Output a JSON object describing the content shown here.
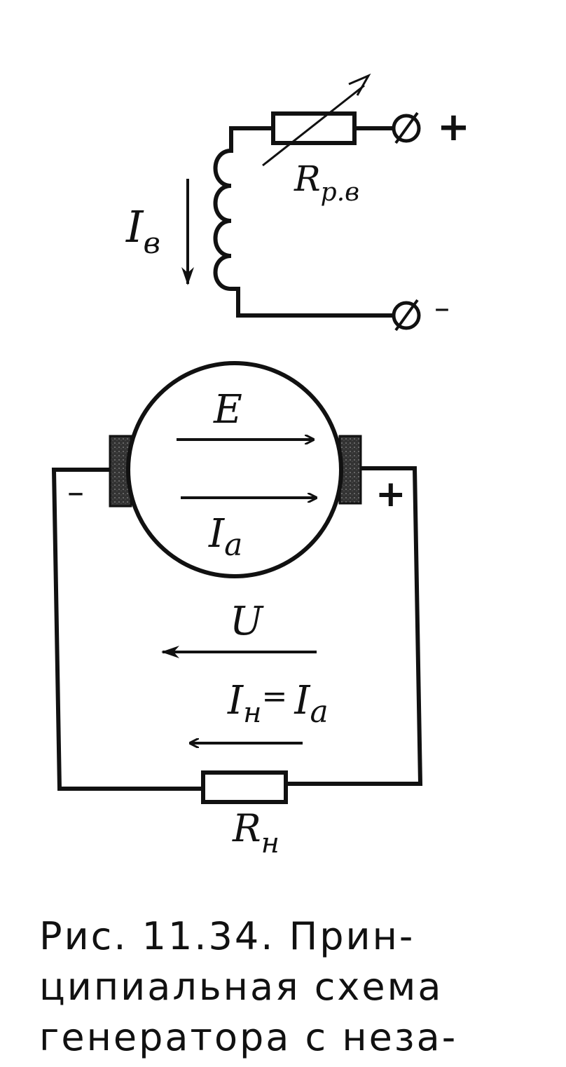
{
  "labels": {
    "field_current": "I",
    "field_current_sub": "в",
    "field_rheostat": "R",
    "field_rheostat_sub": "р.в",
    "terminal_plus": "+",
    "terminal_minus": "–",
    "emf": "E",
    "armature_current": "I",
    "armature_current_sub": "a",
    "brush_minus": "–",
    "brush_plus": "+",
    "voltage": "U",
    "load_current_left": "I",
    "load_current_left_sub": "н",
    "load_current_eq": "=",
    "load_current_right": "I",
    "load_current_right_sub": "a",
    "load_resistor": "R",
    "load_resistor_sub": "н"
  },
  "caption": {
    "line1": "Рис.  11.34.  Прин-",
    "line2": "ципиальная  схема",
    "line3": "генератора  с  неза-"
  }
}
